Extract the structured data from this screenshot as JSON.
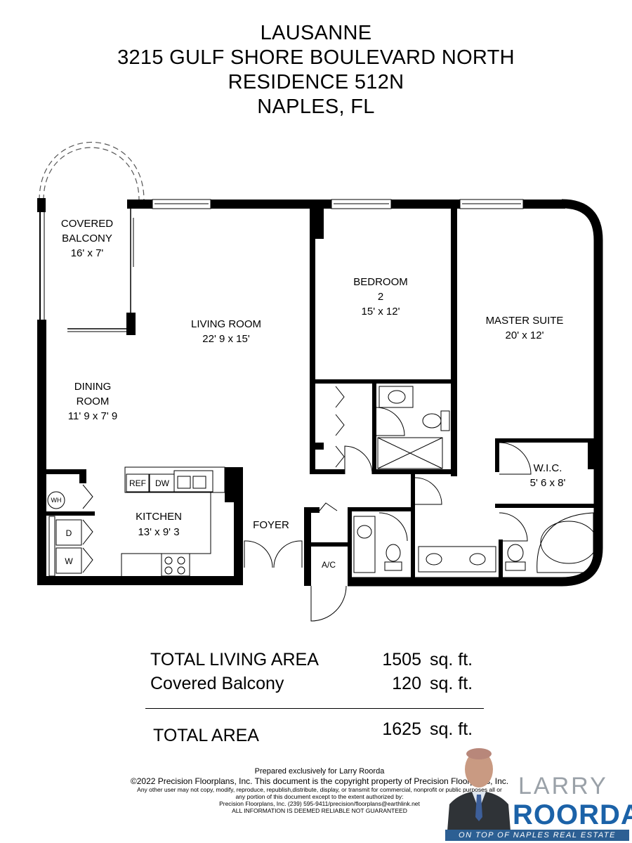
{
  "header": {
    "line1": "LAUSANNE",
    "line2": "3215 GULF SHORE BOULEVARD NORTH",
    "line3": "RESIDENCE 512N",
    "line4": "NAPLES, FL"
  },
  "rooms": {
    "balcony": {
      "name1": "COVERED",
      "name2": "BALCONY",
      "dims": "16' x 7'"
    },
    "living": {
      "name": "LIVING ROOM",
      "dims": "22' 9 x 15'"
    },
    "bedroom2": {
      "name1": "BEDROOM",
      "name2": "2",
      "dims": "15' x 12'"
    },
    "master": {
      "name": "MASTER SUITE",
      "dims": "20' x 12'"
    },
    "dining": {
      "name1": "DINING",
      "name2": "ROOM",
      "dims": "11' 9 x 7' 9"
    },
    "wic": {
      "name": "W.I.C.",
      "dims": "5' 6 x 8'"
    },
    "kitchen": {
      "name": "KITCHEN",
      "dims": "13' x 9' 3"
    },
    "foyer": {
      "name": "FOYER"
    },
    "ac": {
      "name": "A/C"
    }
  },
  "fixtures": {
    "ref": "REF",
    "dw": "DW",
    "wh": "WH",
    "dryer": "D",
    "washer": "W"
  },
  "areas": {
    "living_label": "TOTAL LIVING AREA",
    "living_value": "1505",
    "balcony_label": "Covered Balcony",
    "balcony_value": "120",
    "total_label": "TOTAL AREA",
    "total_value": "1625",
    "unit": "sq. ft."
  },
  "footer": {
    "line1": "Prepared exclusively for Larry Roorda",
    "line2": "©2022 Precision Floorplans, Inc.  This document is the copyright property of Precision Floorplans, Inc.",
    "line3": "Any other user may not copy, modify, reproduce, republish,distribute, display, or transmit for commercial, nonprofit or public purposes all or",
    "line4": "any portion of this document except to the extent authorized by:",
    "line5": "Precision Floorplans, Inc. (239) 595-9411/precision/floorplans@earthlink.net",
    "line6": "ALL INFORMATION IS DEEMED RELIABLE NOT GUARANTEED"
  },
  "logo": {
    "first": "LARRY",
    "last": "ROORDA",
    "tagline": "ON TOP OF NAPLES REAL ESTATE"
  },
  "colors": {
    "wall": "#000000",
    "brand_blue": "#1b62a8",
    "brand_gray": "#9aa1a8"
  }
}
